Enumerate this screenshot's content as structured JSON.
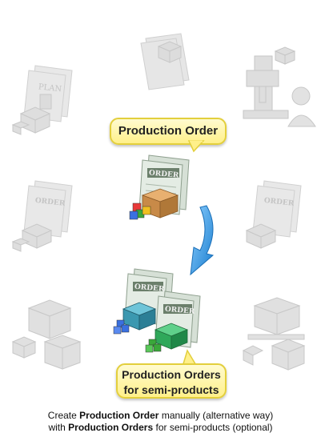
{
  "callouts": {
    "top": "Production Order",
    "bottom_line1": "Production Orders",
    "bottom_line2": "for semi-products"
  },
  "doc_labels": {
    "plan": "PLAN",
    "order": "ORDER"
  },
  "caption": {
    "line1_a": "Create ",
    "line1_b": "Production Order",
    "line1_c": " manually (alternative way)",
    "line2_a": "with ",
    "line2_b": "Production Orders",
    "line2_c": " for semi-products (optional)"
  },
  "colors": {
    "callout_fill": "#fff08a",
    "callout_border": "#e3cf3c",
    "arrow": "#2a8fd8",
    "faded_icon": "#d9d9d9"
  }
}
